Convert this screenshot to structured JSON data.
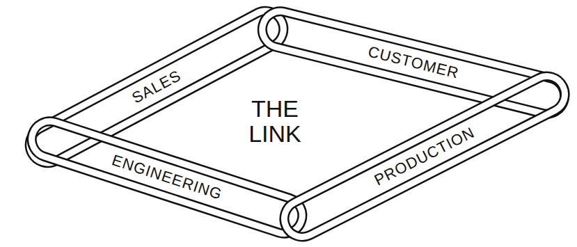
{
  "diagram": {
    "nodes": [
      {
        "text": [
          "SALES"
        ]
      },
      {
        "text": [
          "CUSTOMER"
        ]
      },
      {
        "text": [
          "ENGINEERING"
        ]
      },
      {
        "text": [
          "PRODUCTION"
        ]
      }
    ],
    "labels": [
      "THE LINK"
    ]
  }
}
